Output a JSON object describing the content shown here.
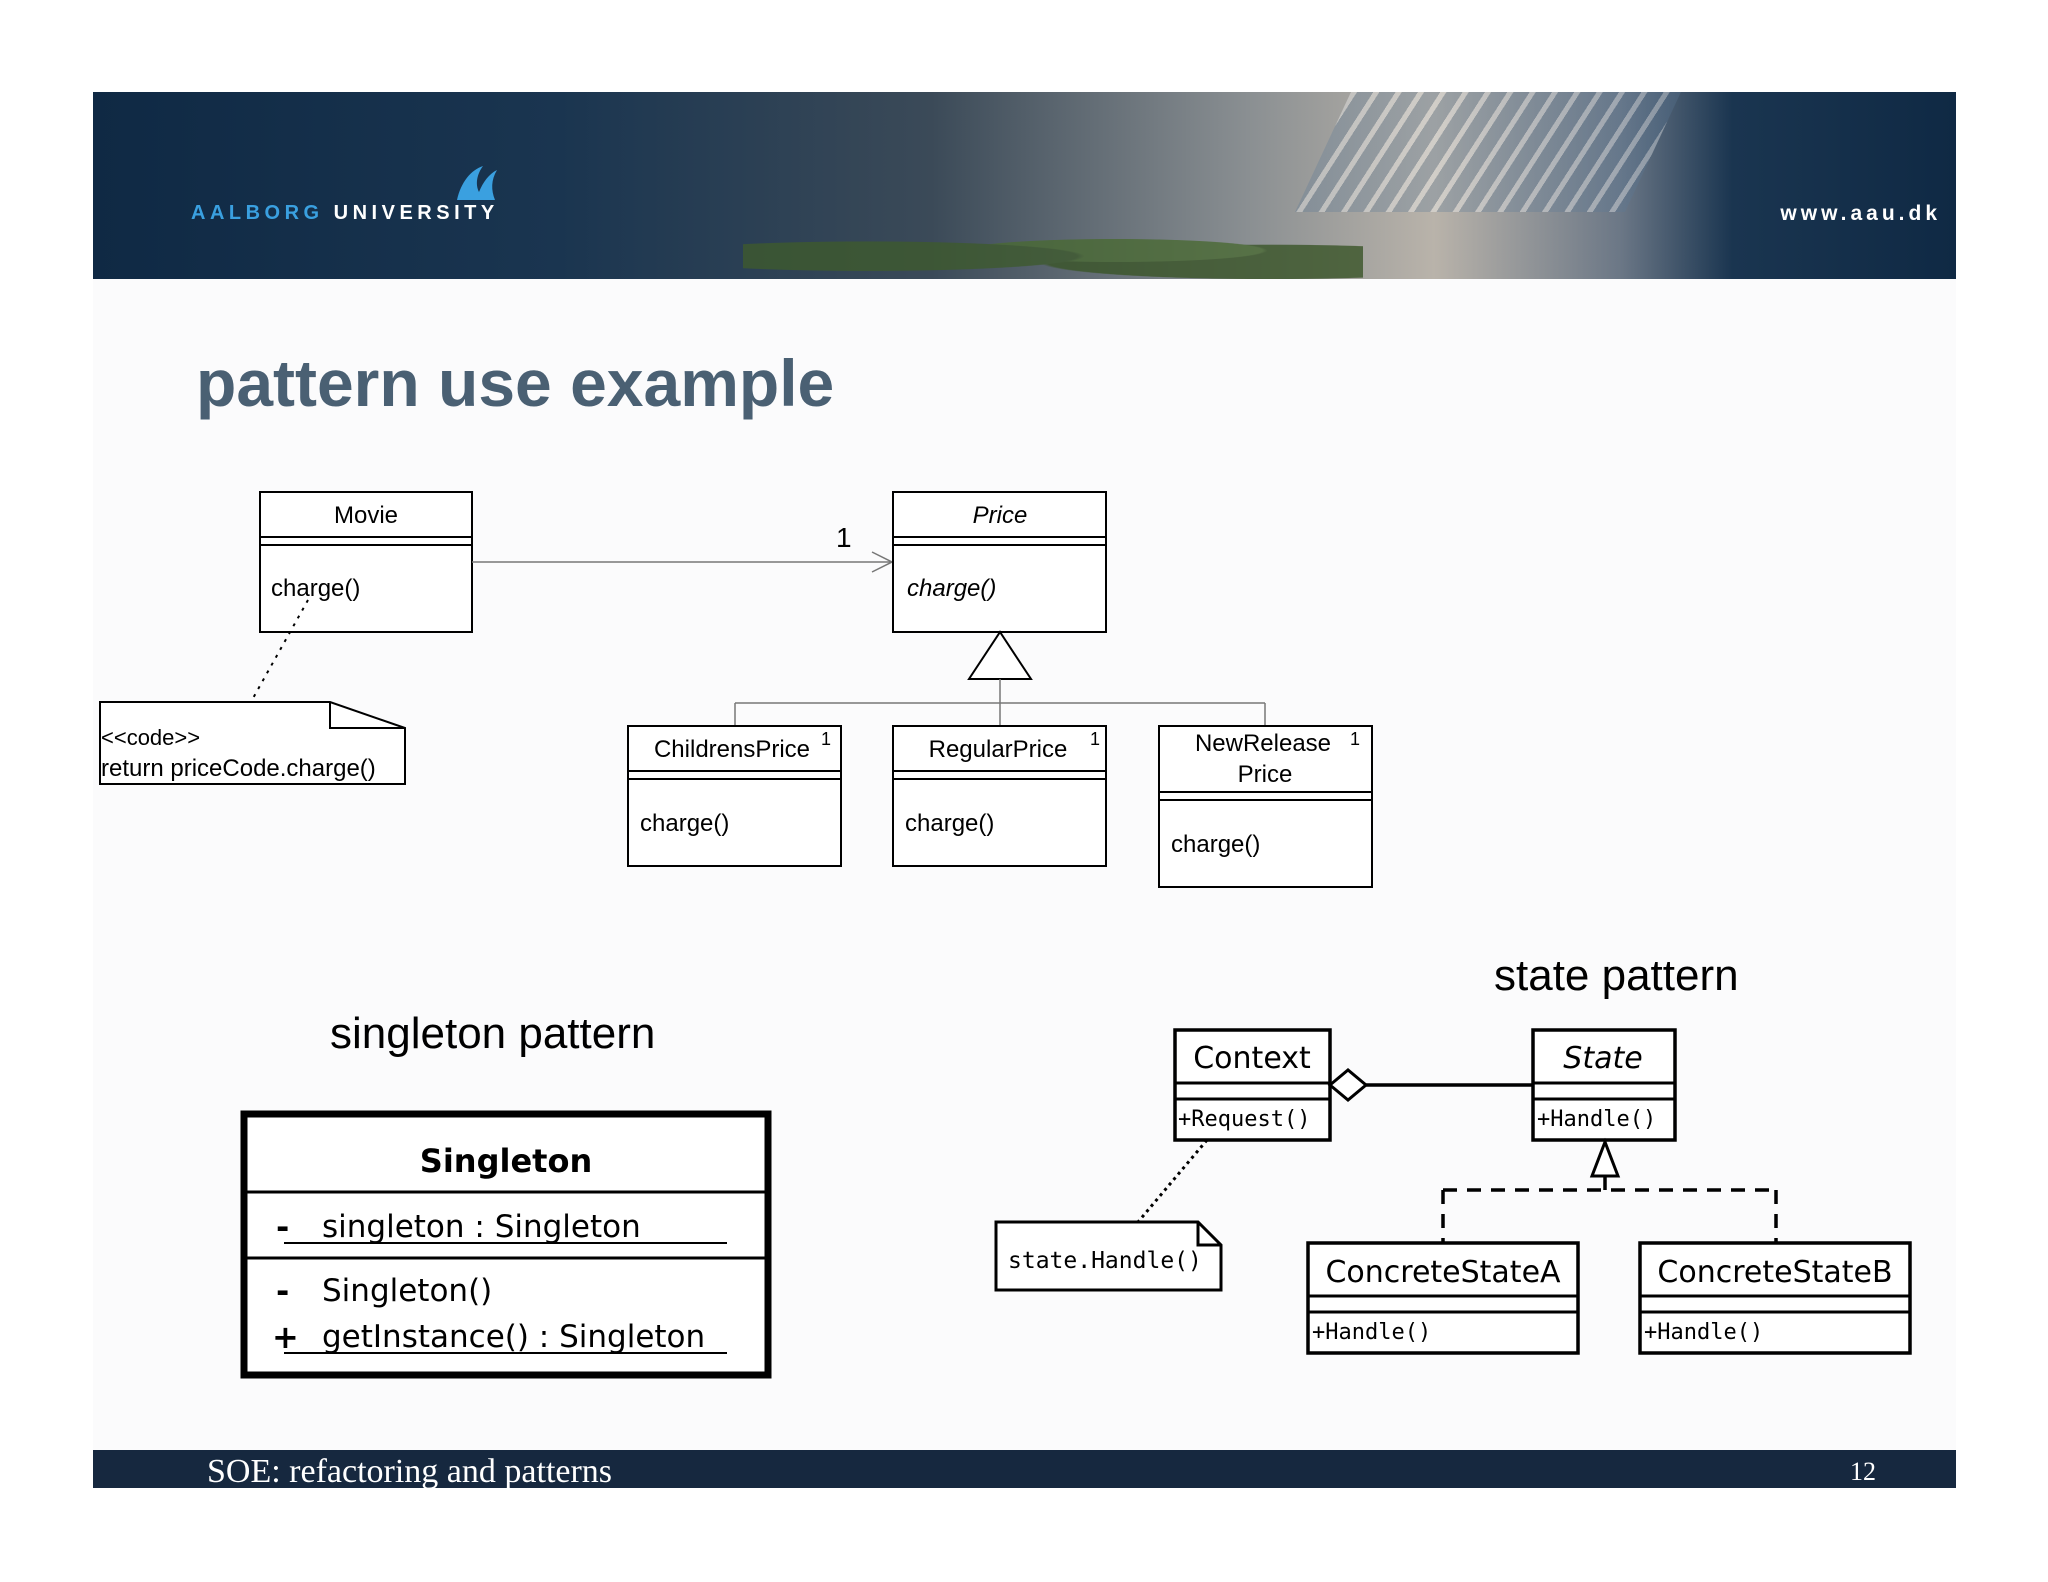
{
  "header": {
    "university_part1": "AALBORG",
    "university_part2": " UNIVERSITY",
    "url": "www.aau.dk"
  },
  "title": "pattern use example",
  "movie_diagram": {
    "movie": {
      "name": "Movie",
      "method": "charge()"
    },
    "association_multiplicity": "1",
    "price": {
      "name": "Price",
      "method": "charge()"
    },
    "note": {
      "line1": "<<code>>",
      "line2": "return priceCode.charge()"
    },
    "subclasses": [
      {
        "name": "ChildrensPrice",
        "multiplicity": "1",
        "method": "charge()"
      },
      {
        "name": "RegularPrice",
        "multiplicity": "1",
        "method": "charge()"
      },
      {
        "name_line1": "NewRelease",
        "name_line2": "Price",
        "multiplicity": "1",
        "method": "charge()"
      }
    ]
  },
  "singleton": {
    "caption": "singleton pattern",
    "class_name": "Singleton",
    "attribute": {
      "visibility": "-",
      "text": "singleton : Singleton"
    },
    "operations": [
      {
        "visibility": "-",
        "text": "Singleton()"
      },
      {
        "visibility": "+",
        "text": "getInstance() : Singleton"
      }
    ]
  },
  "state": {
    "caption": "state pattern",
    "context": {
      "name": "Context",
      "method": "+Request()"
    },
    "state": {
      "name": "State",
      "method": "+Handle()"
    },
    "note": "state.Handle()",
    "concrete_a": {
      "name": "ConcreteStateA",
      "method": "+Handle()"
    },
    "concrete_b": {
      "name": "ConcreteStateB",
      "method": "+Handle()"
    }
  },
  "footer": {
    "course": "SOE: refactoring and patterns",
    "page": "12"
  }
}
